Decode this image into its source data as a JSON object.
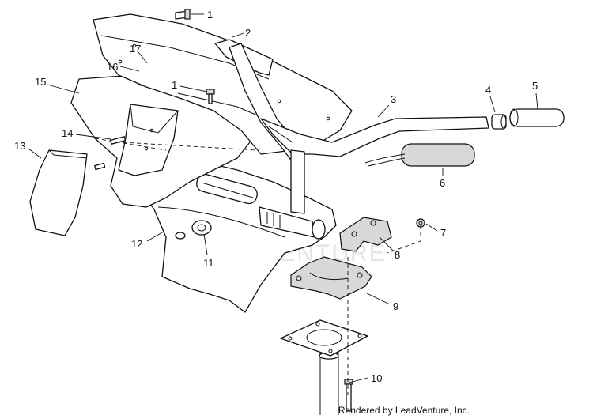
{
  "callouts": {
    "c1a": "1",
    "c1b": "1",
    "c2": "2",
    "c3": "3",
    "c4": "4",
    "c5": "5",
    "c6": "6",
    "c7": "7",
    "c8": "8",
    "c9": "9",
    "c10": "10",
    "c11": "11",
    "c12": "12",
    "c13": "13",
    "c14": "14",
    "c15": "15",
    "c16": "16",
    "c17": "17"
  },
  "watermark": "LEADVENTURE",
  "credit": "Rendered by LeadVenture, Inc."
}
